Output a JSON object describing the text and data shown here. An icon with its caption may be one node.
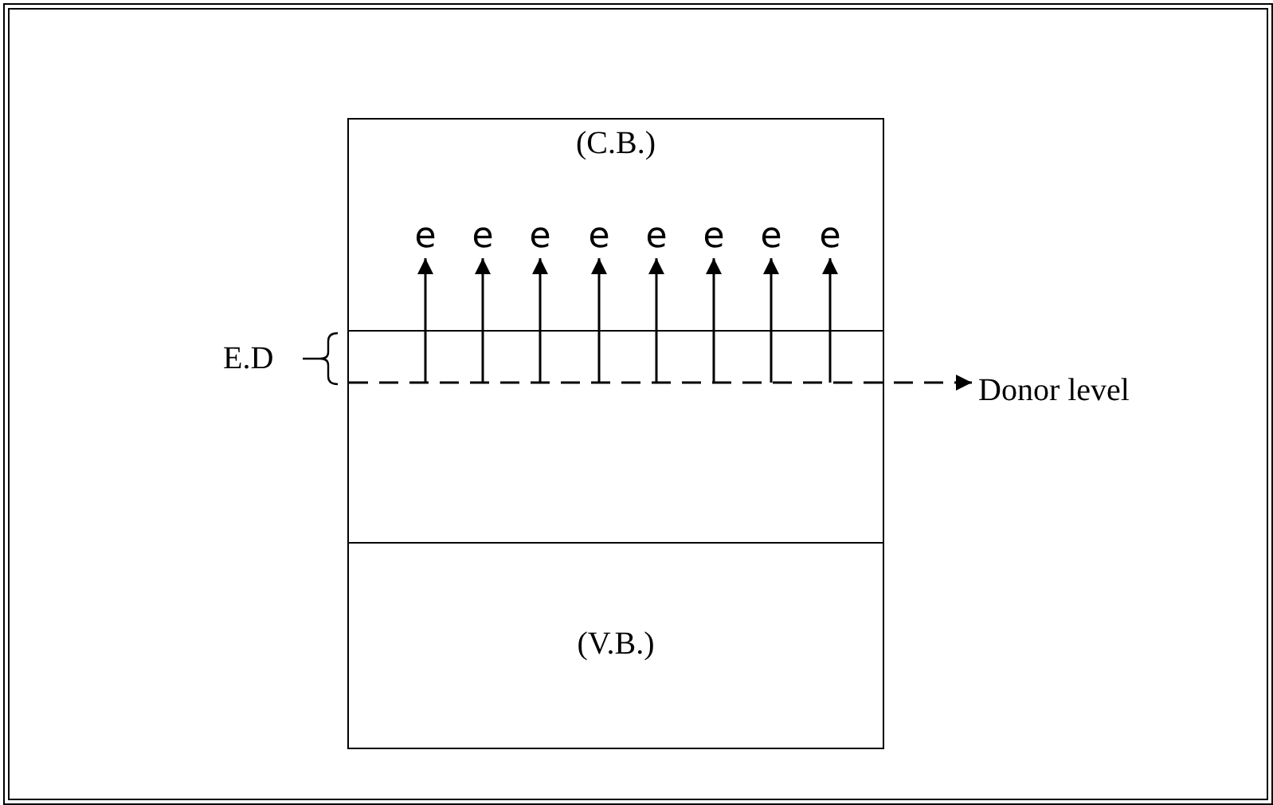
{
  "diagram": {
    "nodes": [
      {
        "text": [
          "(C.B.)"
        ]
      },
      {
        "text": [
          "e"
        ],
        "in": 0
      },
      {
        "text": [
          "e"
        ],
        "in": 0
      },
      {
        "text": [
          "e"
        ],
        "in": 0
      },
      {
        "text": [
          "e"
        ],
        "in": 0
      },
      {
        "text": [
          "e"
        ],
        "in": 0
      },
      {
        "text": [
          "e"
        ],
        "in": 0
      },
      {
        "text": [
          "e"
        ],
        "in": 0
      },
      {
        "text": [
          "e"
        ],
        "in": 0
      },
      {
        "text": [],
        "shape": "box"
      },
      {
        "text": [
          "Donor level"
        ]
      },
      {
        "text": [
          "(V.B.)"
        ]
      }
    ],
    "edges": [
      {
        "from": 9,
        "to": 1,
        "arrow": "to"
      },
      {
        "from": 9,
        "to": 2,
        "arrow": "to"
      },
      {
        "from": 9,
        "to": 3,
        "arrow": "to"
      },
      {
        "from": 9,
        "to": 4,
        "arrow": "to"
      },
      {
        "from": 9,
        "to": 5,
        "arrow": "to"
      },
      {
        "from": 9,
        "to": 6,
        "arrow": "to"
      },
      {
        "from": 9,
        "to": 7,
        "arrow": "to"
      },
      {
        "from": 9,
        "to": 8,
        "arrow": "to"
      },
      {
        "from": 9,
        "to": 10,
        "arrow": "to",
        "style": "dashed"
      }
    ],
    "labels": [
      "E.D"
    ]
  }
}
